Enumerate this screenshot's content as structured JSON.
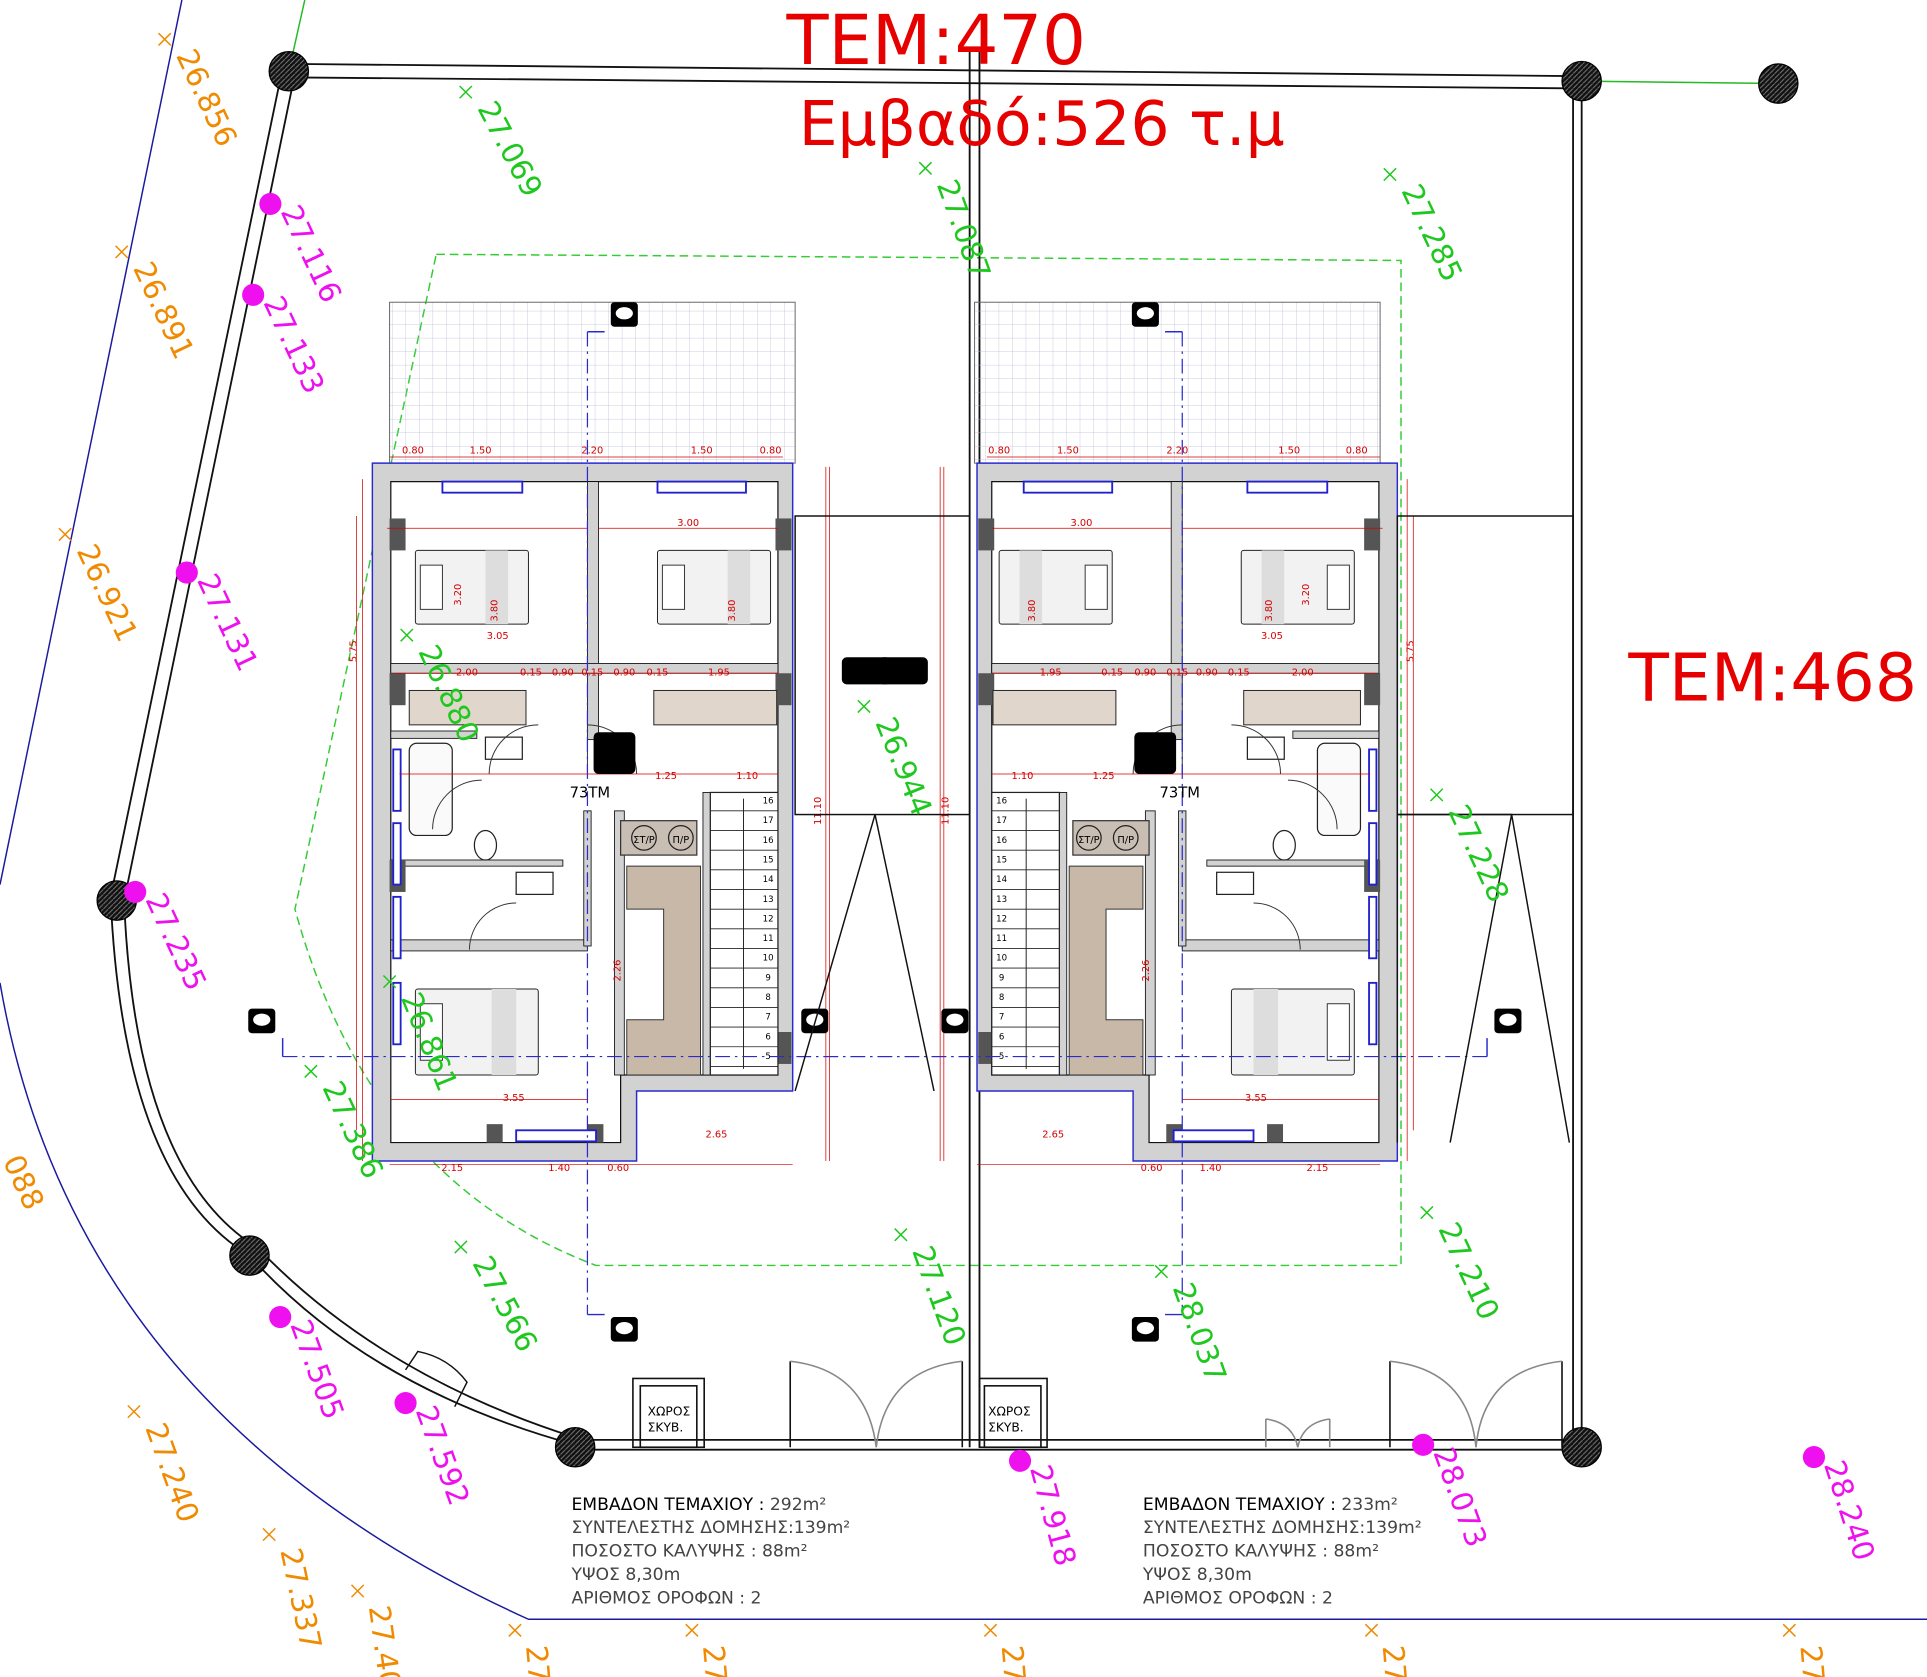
{
  "header": {
    "plot_title": "TEM:470",
    "plot_area": "Εμβαδό:526 τ.μ",
    "neighbor_plot": "TEM:468"
  },
  "elevations_orange": [
    "26.856",
    "26.891",
    "26.921",
    "088",
    "27.240",
    "27.337",
    "27.40",
    "27",
    "27",
    "27",
    "27",
    "27"
  ],
  "elevations_magenta": [
    "27.116",
    "27.133",
    "27.131",
    "27.235",
    "27.505",
    "27.592",
    "27.918",
    "28.073",
    "28.240"
  ],
  "elevations_green": [
    "27.069",
    "27.087",
    "27.285",
    "26.880",
    "26.944",
    "27.228",
    "26.861",
    "27.386",
    "27.566",
    "27.120",
    "28.037",
    "27.210"
  ],
  "houses": [
    {
      "room_label": "73TM",
      "appliance_1": "ΣΤ/Ρ",
      "appliance_2": "Π/Ρ",
      "top_dims": [
        "0.80",
        "1.50",
        "2.20",
        "1.50",
        "0.80"
      ],
      "bottom_dims": [
        "2.15",
        "1.40",
        "0.60"
      ],
      "gap_dim": "2.65",
      "inner_dims": [
        "3.05",
        "3.00",
        "2.00",
        "0.15",
        "0.90",
        "0.15",
        "0.90",
        "0.15",
        "1.95",
        "3.55",
        "1.25",
        "1.10",
        "3.20",
        "3.80",
        "3.80",
        "5.75",
        "11.10",
        "2.26"
      ],
      "stair_steps": [
        "16",
        "17",
        "16",
        "15",
        "14",
        "13",
        "12",
        "11",
        "10",
        "9",
        "8",
        "7",
        "6",
        "5"
      ],
      "bin_label_1": "ΧΩΡΟΣ",
      "bin_label_2": "ΣΚΥΒ.",
      "info": {
        "area": "ΕΜΒΑΔΟΝ ΤΕΜΑΧΙΟΥ : ",
        "area_value": "292m²",
        "build_coef": "ΣΥΝΤΕΛΕΣΤΗΣ ΔΟΜΗΣΗΣ:139m²",
        "coverage": "ΠΟΣΟΣΤΟ ΚΑΛΥΨΗΣ : 88m²",
        "height": "ΥΨΟΣ 8,30m",
        "floors": "ΑΡΙΘΜΟΣ ΟΡΟΦΩΝ : 2"
      }
    },
    {
      "room_label": "73TM",
      "appliance_1": "Π/Ρ",
      "appliance_2": "ΣΤ/Ρ",
      "top_dims": [
        "0.80",
        "1.50",
        "2.20",
        "1.50",
        "0.80"
      ],
      "bottom_dims": [
        "2.15",
        "1.40",
        "0.60"
      ],
      "gap_dim": "2.65",
      "inner_dims": [
        "3.05",
        "3.00",
        "2.00",
        "0.15",
        "0.90",
        "0.15",
        "0.90",
        "0.15",
        "1.95",
        "3.55",
        "1.25",
        "1.10",
        "3.20",
        "3.80",
        "3.80",
        "5.75",
        "11.10",
        "2.26"
      ],
      "stair_steps": [
        "16",
        "17",
        "16",
        "15",
        "14",
        "13",
        "12",
        "11",
        "10",
        "9",
        "8",
        "7",
        "6",
        "5"
      ],
      "bin_label_1": "ΧΩΡΟΣ",
      "bin_label_2": "ΣΚΥΒ.",
      "info": {
        "area": "ΕΜΒΑΔΟΝ ΤΕΜΑΧΙΟΥ : ",
        "area_value": "233m²",
        "build_coef": "ΣΥΝΤΕΛΕΣΤΗΣ ΔΟΜΗΣΗΣ:139m²",
        "coverage": "ΠΟΣΟΣΤΟ ΚΑΛΥΨΗΣ : 88m²",
        "height": "ΥΨΟΣ 8,30m",
        "floors": "ΑΡΙΘΜΟΣ ΟΡΟΦΩΝ : 2"
      }
    }
  ],
  "colors": {
    "title_red": "#e60000",
    "elevation_green": "#1ec81e",
    "elevation_orange": "#f08a00",
    "survey_magenta": "#ee10ee",
    "road_blue": "#1a1aa0",
    "dimension_red": "#d40000"
  }
}
